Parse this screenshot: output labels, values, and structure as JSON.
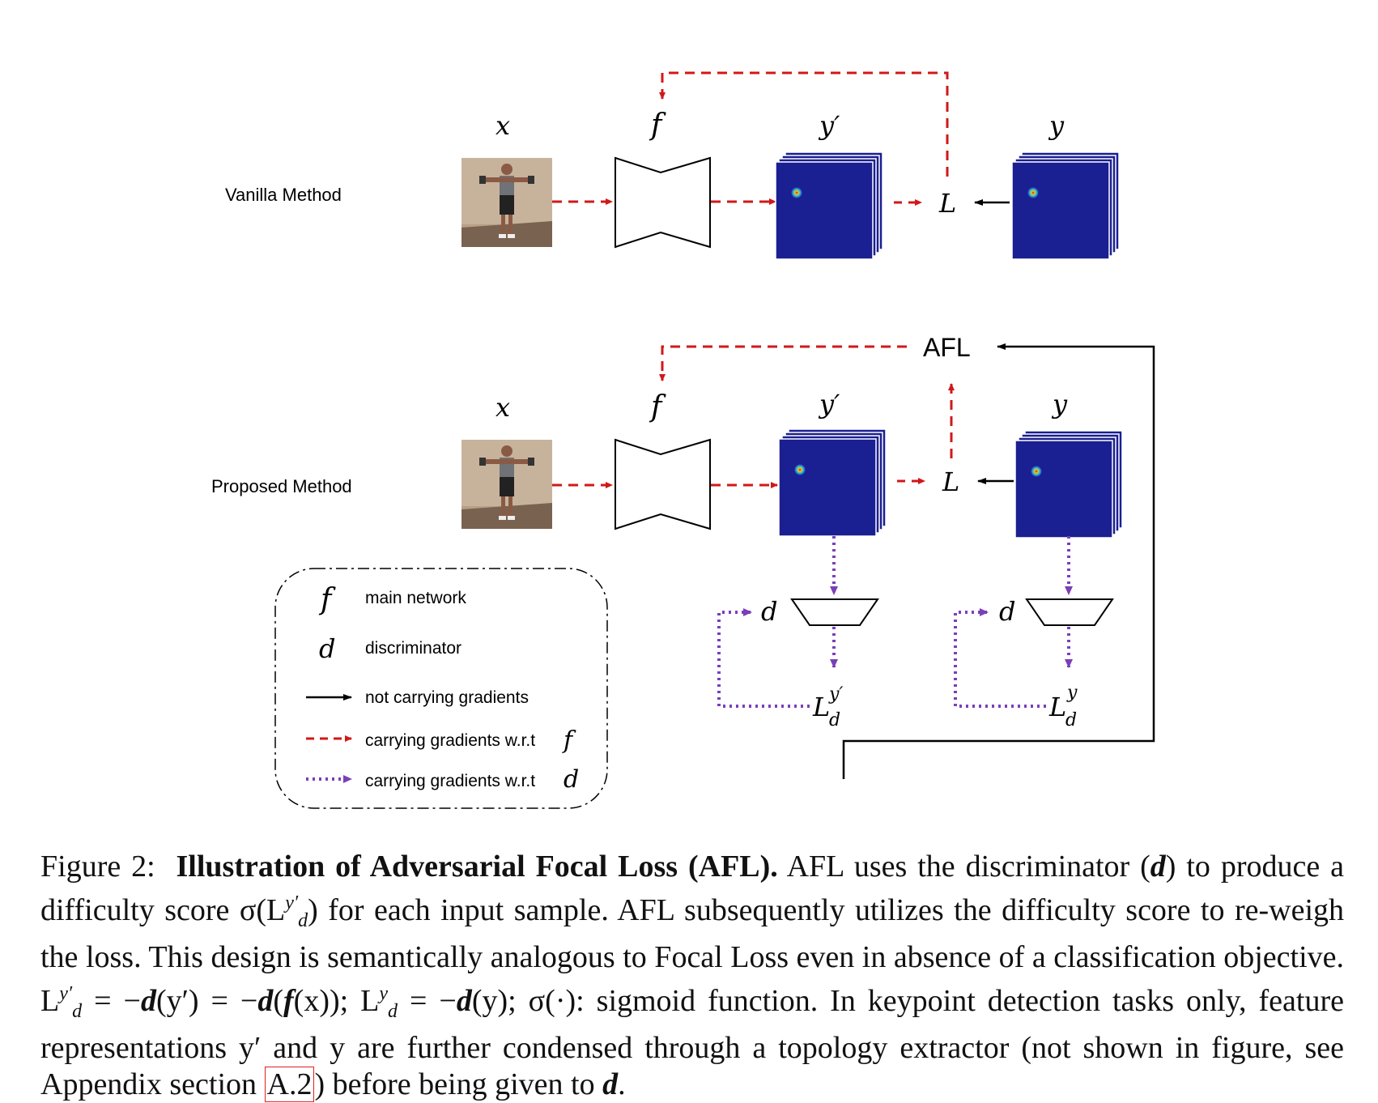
{
  "rows": {
    "vanilla_label": "Vanilla Method",
    "proposed_label": "Proposed Method"
  },
  "symbols": {
    "x": "x",
    "f": "f",
    "y_prime": "y′",
    "y": "y",
    "L": "L",
    "d": "d",
    "afl": "AFL",
    "L_main": "L",
    "sub_d": "d",
    "sup_y_prime": "y′",
    "sup_y": "y"
  },
  "legend": {
    "f_symbol": "f",
    "f_label": "main network",
    "d_symbol": "d",
    "d_label": "discriminator",
    "solid_label": "not carrying gradients",
    "dashed_label": "carrying gradients w.r.t",
    "dashed_symbol": "f",
    "dotted_label": "carrying gradients w.r.t",
    "dotted_symbol": "d"
  },
  "colors": {
    "red_dashed": "#d01818",
    "purple_dotted": "#7b3fb8",
    "heatmap_blue": "#1a1f91",
    "black": "#000000"
  },
  "caption": {
    "figure_label": "Figure 2:",
    "bold_title": "Illustration of Adversarial Focal Loss (AFL).",
    "p1": " AFL uses the discriminator (",
    "d1": "d",
    "p2": ") to produce a difficulty score σ(L",
    "sup1": "y′",
    "sub1": "d",
    "p3": ") for each input sample. AFL subsequently utilizes the difficulty score to re-weigh the loss. This design is semantically analogous to Focal Loss even in absence of a classification objective. L",
    "sup2": "y′",
    "sub2": "d",
    "p4": " = −",
    "d2": "d",
    "p5": "(y′) = −",
    "d3": "d",
    "p6": "(",
    "f1": "f",
    "p7": "(x)); L",
    "sup3": "y",
    "sub3": "d",
    "p8": " = −",
    "d4": "d",
    "p9": "(y); σ(·): sigmoid function. In keypoint detection tasks only, feature representations y′ and y are further condensed through a topology extractor (not shown in figure, see Appendix section ",
    "ref": "A.2",
    "p10": ") before being given to ",
    "d5": "d",
    "p11": "."
  }
}
